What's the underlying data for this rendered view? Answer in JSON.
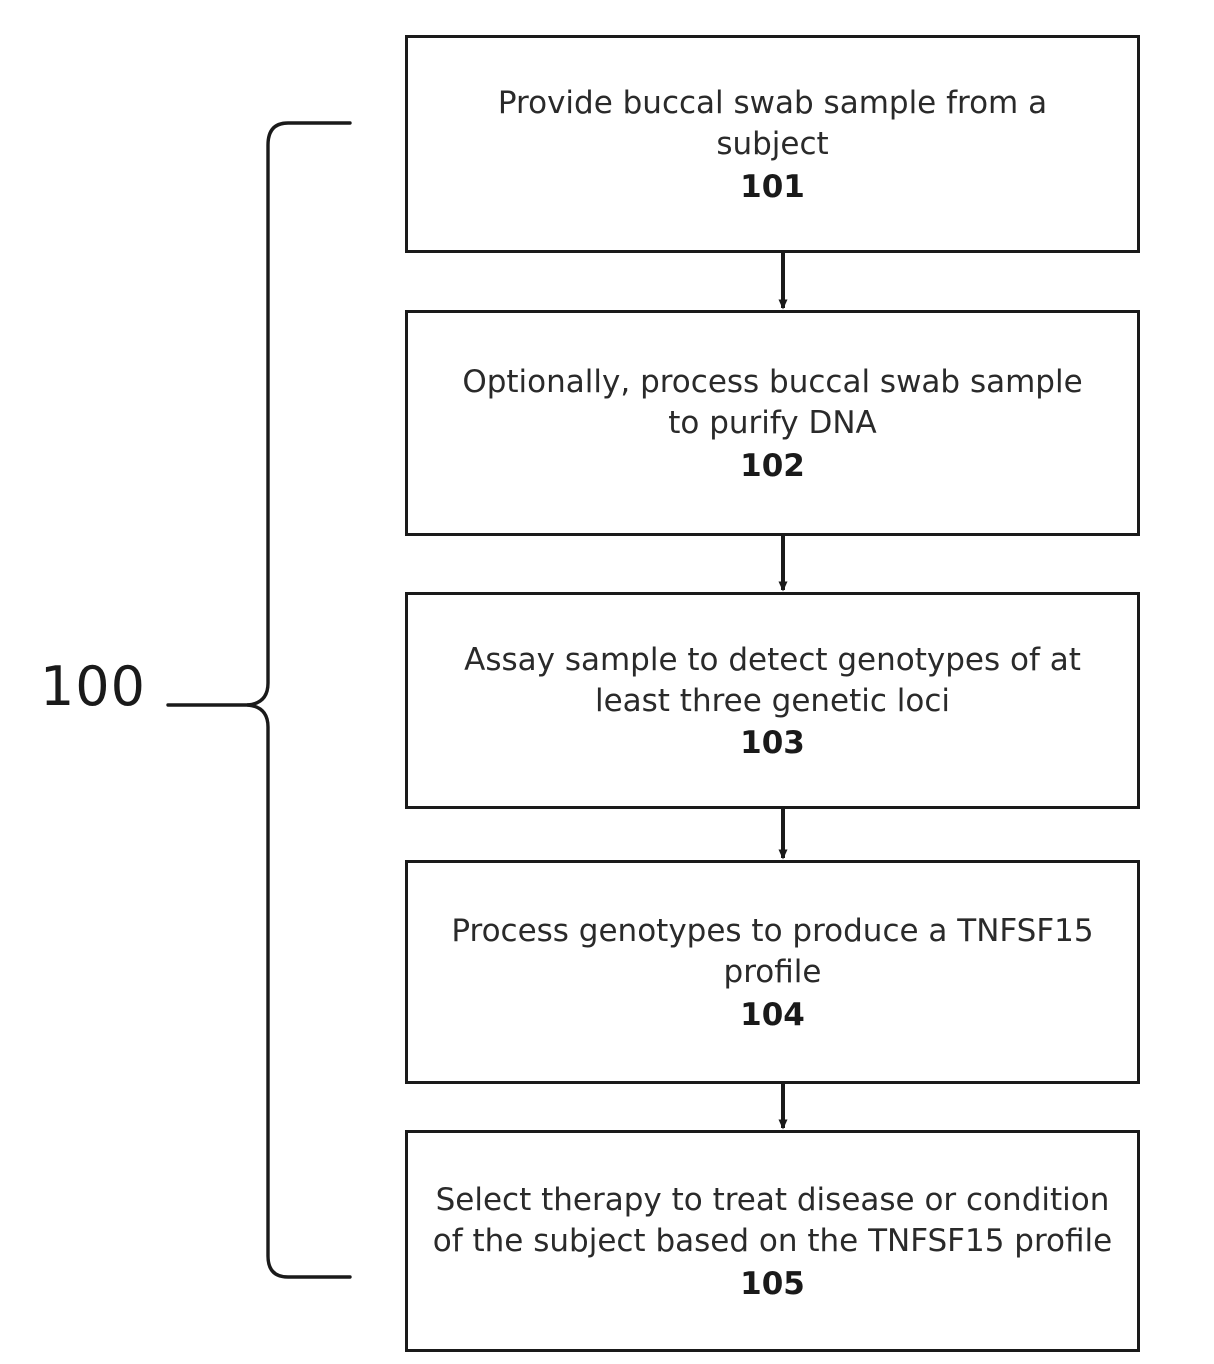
{
  "figure": {
    "reference_numeral": "100",
    "type": "flowchart",
    "steps": [
      {
        "id": "101",
        "text": "Provide buccal swab sample from a subject",
        "number": "101"
      },
      {
        "id": "102",
        "text": "Optionally, process buccal swab sample to purify DNA",
        "number": "102"
      },
      {
        "id": "103",
        "text": "Assay sample to detect genotypes of at least three genetic loci",
        "number": "103"
      },
      {
        "id": "104",
        "text": "Process genotypes to produce a TNFSF15 profile",
        "number": "104"
      },
      {
        "id": "105",
        "text": "Select therapy to treat disease or condition of the subject based on the TNFSF15 profile",
        "number": "105"
      }
    ],
    "connectors": [
      {
        "from": "101",
        "to": "102",
        "style": "arrow-down"
      },
      {
        "from": "102",
        "to": "103",
        "style": "arrow-down"
      },
      {
        "from": "103",
        "to": "104",
        "style": "arrow-down"
      },
      {
        "from": "104",
        "to": "105",
        "style": "arrow-down"
      }
    ],
    "brace": {
      "label": "100",
      "orientation": "right-facing",
      "spans_steps": [
        "101",
        "102",
        "103",
        "104",
        "105"
      ]
    },
    "colors": {
      "line": "#1a1a1a",
      "text": "#2a2a2a",
      "background": "#ffffff"
    }
  }
}
